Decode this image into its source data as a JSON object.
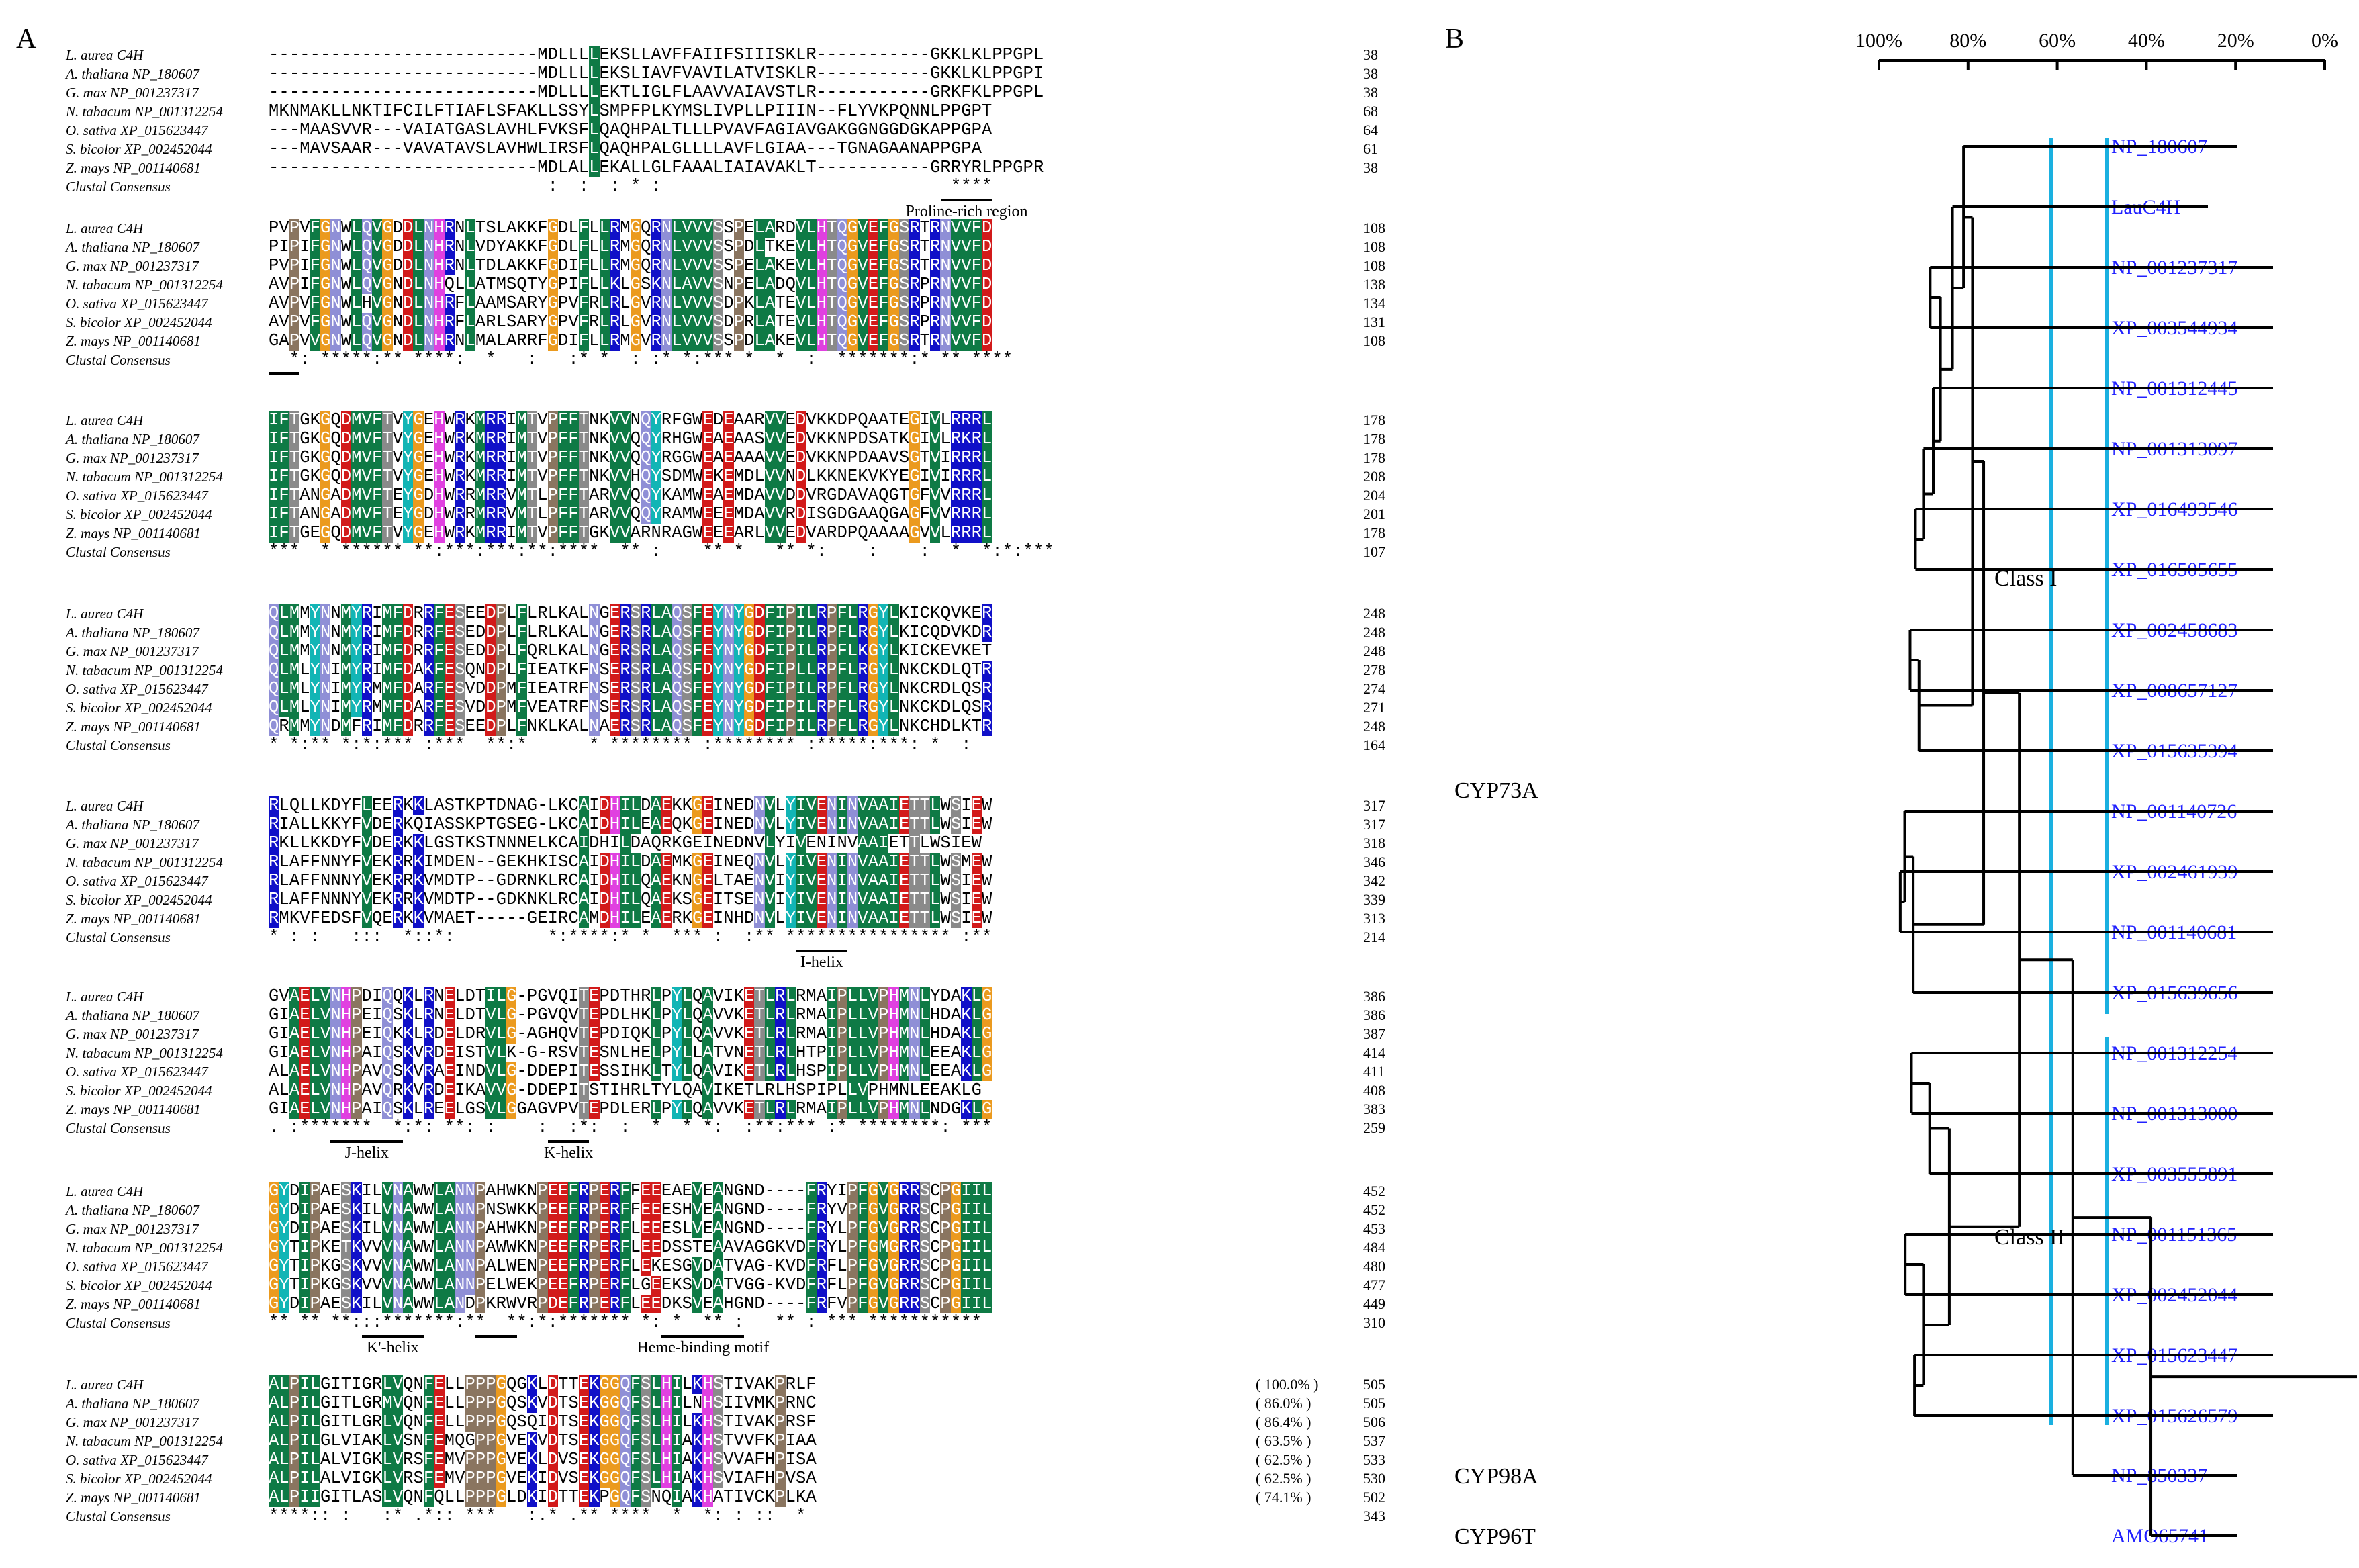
{
  "panels": {
    "a": "A",
    "b": "B"
  },
  "colors": {
    "blue": "#1010c8",
    "green": "#0e7a45",
    "teal": "#12b5b5",
    "brown": "#8a7560",
    "red": "#d21a1a",
    "orange": "#eb9a1e",
    "gray": "#8a8a8a",
    "magenta": "#e040e0",
    "lavender": "#8f8fd6",
    "tree_label": "#2020ff",
    "class_bar": "#1ab0e0"
  },
  "alignment": {
    "names": [
      "L. aurea C4H",
      "A. thaliana NP_180607",
      "G. max NP_001237317",
      "N. tabacum NP_001312254",
      "O. sativa XP_015623447",
      "S. bicolor XP_002452044",
      "Z. mays NP_001140681"
    ],
    "consensus_label": "Clustal Consensus",
    "blocks": [
      {
        "seqs": [
          "--------------------------MDLLLLEKSLLAVFFAIIFSIIISKLR-----------GKKLKLPPGPL",
          "--------------------------MDLLLLEKSLIAVFVAVILATVISKLR-----------GKKLKLPPGPI",
          "--------------------------MDLLLLEKTLIGLFLAAVVAIAVSTLR-----------GRKFKLPPGPL",
          "MKNMAKLLNKTIFCILFTIAFLSFAKLLSSYLSMPFPLKYMSLIVPLLPIIIN--FLYVKPQNNLPPGPT",
          "---MAASVVR---VAIATGASLAVHLFVKSFLQAQHPALTLLLPVAVFAGIAVGAKGGNGGDGKAPPGPA",
          "---MAVSAAR---VAVATAVSLAVHWLIRSFLQAQHPALGLLLLAVFLGIAA---TGNAGAANAPPGPA",
          "--------------------------MDLALLEKALLGLFAAALIAIAVAKLT-----------GRRYRLPPGPR"
        ],
        "ends": [
          "38",
          "38",
          "38",
          "68",
          "64",
          "61",
          "38"
        ],
        "consensus": "                           :  :  : * :                            ****",
        "consensus_end": "",
        "motifs": [
          {
            "label": "Proline-rich region",
            "start": 65,
            "end": 69
          }
        ]
      },
      {
        "seqs": [
          "PVPVFGNWLQVGDDLNHRNLTSLAKKFGDLFLLRMGQRNLVVVSSPELARDVLHTQGVEFGSRTRNVVFD",
          "PIPIFGNWLQVGDDLNHRNLVDYAKKFGDLFLLRMGQRNLVVVSSPDLTKEVLHTQGVEFGSRTRNVVFD",
          "PVPIFGNWLQVGDDLNHRNLTDLAKKFGDIFLLRMGQRNLVVVSSPELAKEVLHTQGVEFGSRTRNVVFD",
          "AVPIFGNWLQVGNDLNHQLLATMSQTYGPIFLLKLGSKNLAVVSNPELADQVLHTQGVEFGSRPRNVVFD",
          "AVPVFGNWLHVGNDLNHRFLAAMSARYGPVFRLRLGVRNLVVVSDPKLATEVLHTQGVEFGSRPRNVVFD",
          "AVPVFGNWLQVGNDLNHRFLARLSARYGPVFRLRLGVRNLVVVSDPRLATEVLHTQGVEFGSRPRNVVFD",
          "GAPVVGNWLQVGNDLNHRNLMALARRFGDIFLLRMGVRNLVVVSSPDLAKEVLHTQGVEFGSRTRNVVFD"
        ],
        "ends": [
          "108",
          "108",
          "108",
          "138",
          "134",
          "131",
          "108"
        ],
        "consensus": "  *: *****:** ****:  *   :   :* *  : :* *:*** *  *  :  *******:* ** ****",
        "consensus_end": "",
        "motifs": [
          {
            "label": "",
            "start": 0,
            "end": 2
          }
        ]
      },
      {
        "seqs": [
          "IFTGKGQDMVFTVYGEHWRKMRRIMTVPFFTNKVVNQYRFGWEDEAARVVEDVKKDPQAATEGIVLRRRL",
          "IFTGKGQDMVFTVYGEHWRKMRRIMTVPFFTNKVVQQYRHGWEAEAASVVEDVKKNPDSATKGIVLRKRL",
          "IFTGKGQDMVFTVYGEHWRKMRRIMTVPFFTNKVVQQYRGGWEAEAAAVVEDVKKNPDAAVSGTVIRRRL",
          "IFTGKGQDMVFTVYGEHWRKMRRIMTVPFFTNKVVHQYSDMWEKEMDLVVNDLKKNEKVKYEGIVIRRRL",
          "IFTANGADMVFTEYGDHWRRMRRVMTLPFFTARVVQQYKAMWEAEMDAVVDDVRGDAVAQGTGFVVRRRL",
          "IFTANGADMVFTEYGDHWRRMRRVMTLPFFTARVVQQYRAMWEEEMDAVVRDISGDGAAQGAGFVVRRRL",
          "IFTGEGQDMVFTVYGEHWRKMRRIMTVPFFTGKVVARNRAGWEEEARLVVEDVARDPQAAAAGVVLRRRL"
        ],
        "ends": [
          "178",
          "178",
          "178",
          "208",
          "204",
          "201",
          "178"
        ],
        "consensus": "***  * ****** **:***:***:**:****  ** :    ** *   ** *:    :    :  *  *:*:*** ",
        "consensus_end": "107",
        "motifs": []
      },
      {
        "seqs": [
          "QLMMYNNMYRIMFDRRFESEEDPLFLRLKALNGERSRLAQSFEYNYGDFIPILRPFLRGYLKICKQVKER",
          "QLMMYNNMYRIMFDRRFESEDDPLFLRLKALNGERSRLAQSFEYNYGDFIPILRPFLRGYLKICQDVKDR",
          "QLMMYNNMYRIMFDRRFESEDDPLFQRLKALNGERSRLAQSFEYNYGDFIPILRPFLKGYLKICKEVKET",
          "QLMLYNIMYRIMFDAKFESQNDPLFIEATKFNSERSRLAQSFDYNYGDFIPLLRPFLRGYLNKCKDLQTR",
          "QLMLYNIMYRMMFDARFESVDDPMFIEATRFNSERSRLAQSFEYNYGDFIPILRPFLRGYLNKCRDLQSR",
          "QLMLYNIMYRMMFDARFESVDDPMFVEATRFNSERSRLAQSFEYNYGDFIPILRPFLRGYLNKCKDLQSR",
          "QRMMYNDMFRIMFDRRFESEEDPLFNKLKALNAERSRLAQSFEYNYGDFIPILRPFLRGYLNKCHDLKTR"
        ],
        "ends": [
          "248",
          "248",
          "248",
          "278",
          "274",
          "271",
          "248"
        ],
        "consensus": "* *:** *:*:*** :***  **:*      * ******** :******** :*****:***: *  :  ",
        "consensus_end": "164",
        "motifs": []
      },
      {
        "seqs": [
          "RLQLLKDYFLEERKKLASTKPTDNAG-LKCAIDHILDAEKKGEINEDNVLYIVENINVAAIETTLWSIEW",
          "RIALLKKYFVDERKQIASSKPTGSEG-LKCAIDHILEAEQKGEINEDNVLYIVENINVAAIETTLWSIEW",
          "RKLLKKDYFVDERKKLGSTKSTNNNELKCAIDHILDAQRKGEINEDNVLYIVENINVAAIETTLWSIEW",
          "RLAFFNNYFVEKRRKIMDEN--GEKHKISCAIDHILDAEMKGEINEQNVLYIVENINVAAIETTLWSMEW",
          "RLAFFNNNYVEKRRKVMDTP--GDRNKLRCAIDHILQAEKNGELTAENVIYIVENINVAAIETTLWSIEW",
          "RLAFFNNNYVEKRRKVMDTP--GDKNKLRCAIDHILQAEKSGEITSENVIYIVENINVAAIETTLWSIEW",
          "RMKVFEDSFVQERKKVMAET-----GEIRCAMDHILEAERKGEINHDNVLYIVENINVAAIETTLWSIEW"
        ],
        "ends": [
          "317",
          "317",
          "318",
          "346",
          "342",
          "339",
          "313"
        ],
        "consensus": "* : :   :::  *::*:         *:****:* *  *** :  :** **************** :**",
        "consensus_end": "214",
        "motifs": [
          {
            "label": "I-helix",
            "start": 51,
            "end": 55
          }
        ]
      },
      {
        "seqs": [
          "GVAELVNHPDIQQKLRNELDTILG-PGVQITEPDTHRLPYLQAVIKETLRLRMAIPLLVPHMNLYDAKLG",
          "GIAELVNHPEIQSKLRNELDTVLG-PGVQVTEPDLHKLPYLQAVVKETLRLRMAIPLLVPHMNLHDAKLG",
          "GIAELVNHPEIQKKLRDELDRVLG-AGHQVTEPDIQKLPYLQAVVKETLRLRMAIPLLVPHMNLHDAKLG",
          "GIAELVNHPAIQSKVRDEISTVLK-G-RSVTESNLHELPYLLATVNETLRLHTPIPLLVPHMNLEEAKLG",
          "ALAELVNHPAVQSKVRAEINDVLG-DDEPITESSIHKLTYLQAVIKETLRLHSPIPLLVPHMNLEEAKLG",
          "ALAELVNHPAVQRKVRDEIKAVVG-DDEPITSTIHRLTYLQAVIKETLRLHSPIPLLVPHMNLEEAKLG",
          "GIAELVNHPAIQSKLREELGSVLGGAGVPVTEPDLERLPYLQAVVKETLRLRMAIPLLVPHMNLNDGKLG"
        ],
        "ends": [
          "386",
          "386",
          "387",
          "414",
          "411",
          "408",
          "383"
        ],
        "consensus": ". :*******  *:*: **: :    :  :*:  :  *  * *:  :**:*** :* ********: ***",
        "consensus_end": "259",
        "motifs": [
          {
            "label": "J-helix",
            "start": 6,
            "end": 12
          },
          {
            "label": "K-helix",
            "start": 27,
            "end": 30
          }
        ]
      },
      {
        "seqs": [
          "GYDIPAESKILVNAWWLANNPAHWKNPEEFRPERFFEEEAEVEANGND----FRYIPFGVGRRSCPGIIL",
          "GYDIPAESKILVNAWWLANNPNSWKKPEEFRPERFFEEESHVEANGND----FRYVPFGVGRRSCPGIIL",
          "GYDIPAESKILVNAWWLANNPAHWKNPEEFRPERFLEEESLVEANGND----FRYLPFGVGRRSCPGIIL",
          "GYTIPKETKVVVNAWWLANNPAWWKNPEEFRPERFLEEDSSTEAAVAGGKVDFRYLPFGMGRRSCPGIIL",
          "GYTIPKGSKVVVNAWWLANNPALWENPEEFRPERFLEKESGVDATVAG-KVDFRFLPFGVGRRSCPGIIL",
          "GYTIPKGSKVVVNAWWLANNPELWEKPEEFRPERFLGEEKSVDATVGG-KVDFRFLPFGVGRRSCPGIIL",
          "GYDIPAESKILVNAWWLANDPKRWVRPDEFRPERFLEEDKSVEAHGND----FRFVPFGVGRRSCPGIIL"
        ],
        "ends": [
          "452",
          "452",
          "453",
          "484",
          "480",
          "477",
          "449"
        ],
        "consensus": "** ** **:::*******:**  **:*:******* *: *  ** :   ** : *** ***********",
        "consensus_end": "310",
        "motifs": [
          {
            "label": "K'-helix",
            "start": 9,
            "end": 14
          },
          {
            "label": "",
            "start": 20,
            "end": 23
          },
          {
            "label": "Heme-binding motif",
            "start": 38,
            "end": 45
          }
        ]
      },
      {
        "seqs": [
          "ALPILGITIGRLVQNFELLPPPGQGKLDTTEKGGQFSLHILKHSTIVAKPRLF",
          "ALPILGITLGRMVQNFELLPPPGQSKVDTSEKGGQFSLHILNHSIIVMKPRNC",
          "ALPILGITLGRLVQNFELLPPPGQSQIDTSEKGGQFSLHILKHSTIVAKPRSF",
          "ALPILGLVIAKLVSNFEMQGPPGVEKVDTSEKGGQFSLHIAKHSTVVFKPIAA",
          "ALPILALVIGKLVRSFEMVPPPGVEKLDVSEKGGQFSLHIAKHSVVAFHPISA",
          "ALPILALVIGKLVRSFEMVPPPGVEKIDVSEKGGQFSLHIAKHSVIAFHPVSA",
          "ALPIIGITLASLVQNFQLLPPPGLDKIDTTEKPGQFSNQIAKHATIVCKPLKA"
        ],
        "pcts": [
          "( 100.0% )",
          "( 86.0% )",
          "( 86.4% )",
          "( 63.5% )",
          "( 62.5% )",
          "( 62.5% )",
          "( 74.1% )"
        ],
        "ends": [
          "505",
          "505",
          "506",
          "537",
          "533",
          "530",
          "502"
        ],
        "consensus": "****:: :   :* .*:: ***   :.* .** ****  *  *: : ::  *",
        "consensus_end": "343",
        "motifs": []
      }
    ]
  },
  "tree": {
    "scale_labels": [
      "100%",
      "80%",
      "60%",
      "40%",
      "20%",
      "0%"
    ],
    "leaves": [
      "NP_180607",
      "LauC4H",
      "NP_001237317",
      "XP_003544934",
      "NP_001312445",
      "NP_001313097",
      "XP_016493546",
      "XP_016505655",
      "XP_002458683",
      "XP_008657127",
      "XP_015635394",
      "NP_001140726",
      "XP_002461939",
      "NP_001140681",
      "XP_015639656",
      "NP_001312254",
      "NP_001313000",
      "XP_003555891",
      "NP_001151365",
      "XP_002452044",
      "XP_015623447",
      "XP_015626579",
      "NP_850337",
      "AMO65741"
    ],
    "class_labels": [
      "Class I",
      "Class II"
    ],
    "family_labels": [
      "CYP73A",
      "CYP98A",
      "CYP96T"
    ]
  }
}
